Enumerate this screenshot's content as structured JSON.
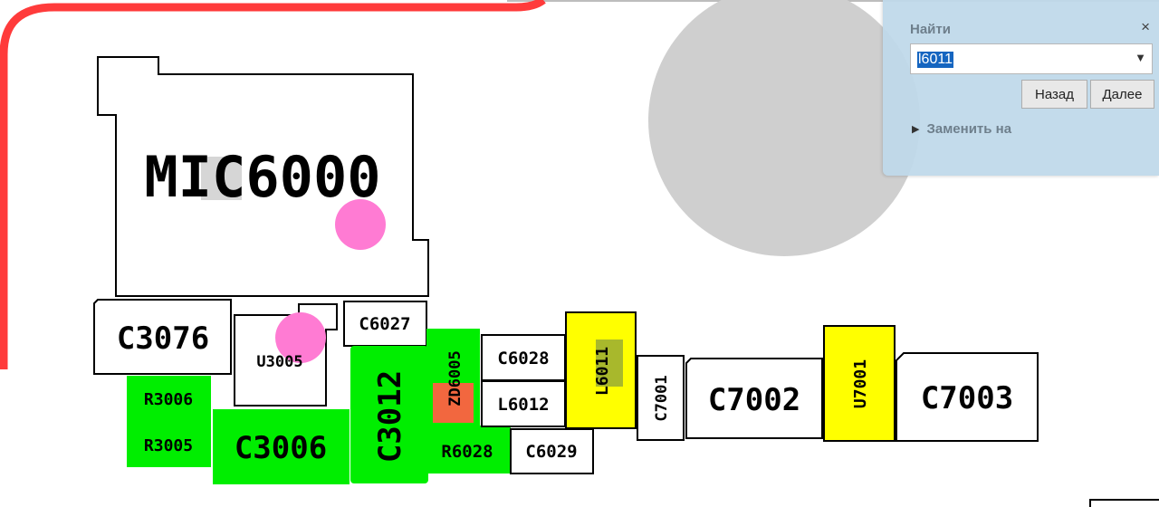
{
  "board": {
    "components": [
      {
        "ref": "MIC6000"
      },
      {
        "ref": "C3076"
      },
      {
        "ref": "U3005"
      },
      {
        "ref": "C6027"
      },
      {
        "ref": "R3006"
      },
      {
        "ref": "R3005"
      },
      {
        "ref": "C3006"
      },
      {
        "ref": "C3012"
      },
      {
        "ref": "ZD6005"
      },
      {
        "ref": "R6028"
      },
      {
        "ref": "C6028"
      },
      {
        "ref": "L6012"
      },
      {
        "ref": "C6029"
      },
      {
        "ref": "L6011"
      },
      {
        "ref": "C7001"
      },
      {
        "ref": "C7002"
      },
      {
        "ref": "U7001"
      },
      {
        "ref": "C7003"
      }
    ],
    "colors": {
      "outline": "#ff3b3b",
      "net_green": "#00ee00",
      "selected_yellow": "#ffff00",
      "marker_pink": "#ff7bd3",
      "zd_fill": "#f2673f"
    }
  },
  "find_panel": {
    "title": "Найти",
    "close_icon": "×",
    "search_value": "l6011",
    "dropdown_icon": "▼",
    "back_label": "Назад",
    "next_label": "Далее",
    "replace_arrow_icon": "▶",
    "replace_label": "Заменить на"
  }
}
